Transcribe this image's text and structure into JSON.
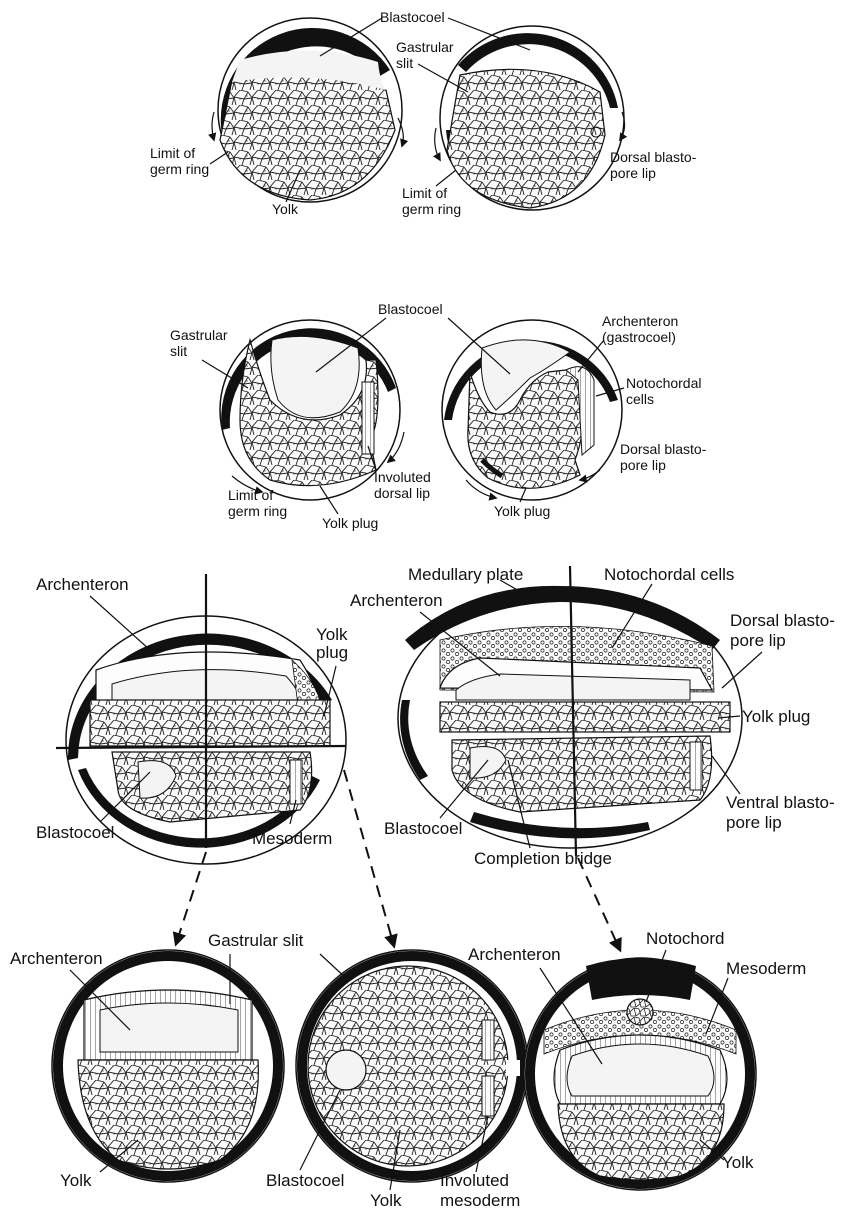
{
  "colors": {
    "ink": "#111111",
    "background": "#ffffff",
    "cavity": "#f4f4f4"
  },
  "labels": {
    "d1_blastocoel": "Blastocoel",
    "d1_gastrular_slit_1": "Gastrular",
    "d1_gastrular_slit_2": "slit",
    "d1_limit_left_1": "Limit of",
    "d1_limit_left_2": "germ ring",
    "d1_yolk": "Yolk",
    "d1_limit_right_1": "Limit of",
    "d1_limit_right_2": "germ ring",
    "d1_dorsal_lip_1": "Dorsal blasto-",
    "d1_dorsal_lip_2": "pore lip",
    "d2_blastocoel": "Blastocoel",
    "d2_gastrular_slit_1": "Gastrular",
    "d2_gastrular_slit_2": "slit",
    "d2_limit_1": "Limit of",
    "d2_limit_2": "germ ring",
    "d2_involuted_1": "Involuted",
    "d2_involuted_2": "dorsal lip",
    "d2_yolk_plug_left": "Yolk plug",
    "d2_archenteron_1": "Archenteron",
    "d2_archenteron_2": "(gastrocoel)",
    "d2_notochordal_1": "Notochordal",
    "d2_notochordal_2": "cells",
    "d2_dorsal_lip_1": "Dorsal blasto-",
    "d2_dorsal_lip_2": "pore lip",
    "d2_yolk_plug_right": "Yolk plug",
    "d3_archenteron": "Archenteron",
    "d3_yolk_plug_1": "Yolk",
    "d3_yolk_plug_2": "plug",
    "d3_blastocoel": "Blastocoel",
    "d3_mesoderm": "Mesoderm",
    "d3_medullary": "Medullary plate",
    "d3_notochordal": "Notochordal cells",
    "d3_archenteron_right": "Archenteron",
    "d3_dorsal_lip_1": "Dorsal blasto-",
    "d3_dorsal_lip_2": "pore lip",
    "d3_yolk_plug_right": "Yolk plug",
    "d3_ventral_lip_1": "Ventral blasto-",
    "d3_ventral_lip_2": "pore lip",
    "d3_blastocoel_right": "Blastocoel",
    "d3_completion_bridge": "Completion bridge",
    "d4_archenteron_left": "Archenteron",
    "d4_gastrular_slit": "Gastrular slit",
    "d4_yolk_left": "Yolk",
    "d4_blastocoel": "Blastocoel",
    "d4_yolk_mid": "Yolk",
    "d4_involuted_1": "Involuted",
    "d4_involuted_2": "mesoderm",
    "d4_archenteron_right": "Archenteron",
    "d4_notochord": "Notochord",
    "d4_mesoderm": "Mesoderm",
    "d4_yolk_right": "Yolk"
  }
}
